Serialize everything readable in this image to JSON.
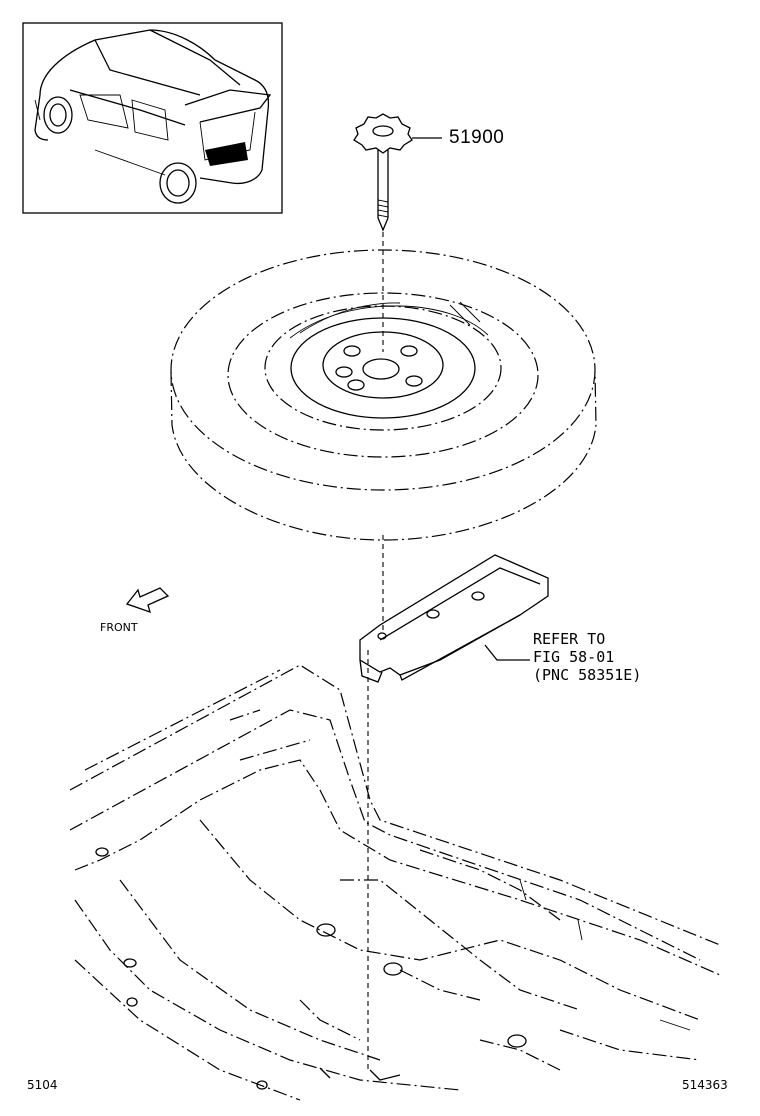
{
  "diagram": {
    "part_number": "51900",
    "reference_note": {
      "line1": "REFER TO",
      "line2": "FIG 58-01",
      "line3": "(PNC 58351E)"
    },
    "front_label": "FRONT",
    "footer": {
      "left_code": "5104",
      "right_code": "514363"
    },
    "icons": [
      "vehicle-inset-icon",
      "front-arrow-icon",
      "spare-tire-icon",
      "hold-down-bolt-icon",
      "support-bracket-icon",
      "floor-pan-icon"
    ]
  }
}
